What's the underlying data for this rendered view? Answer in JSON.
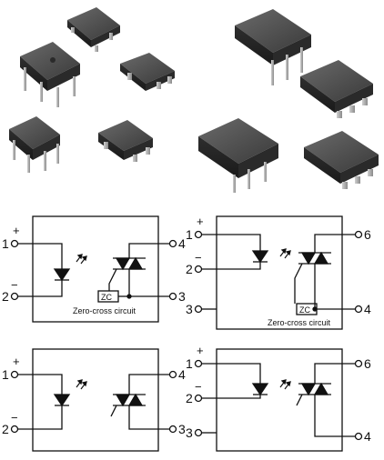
{
  "packages_photo": {
    "description": "product photo of DIP and SMD optocoupler packages"
  },
  "diagrams": {
    "d1": {
      "pin1": "1",
      "pin2": "2",
      "pin3": "3",
      "pin4": "4",
      "plus": "+",
      "minus": "−",
      "zc_box": "ZC",
      "zc_caption": "Zero-cross circuit"
    },
    "d2": {
      "pin1": "1",
      "pin2": "2",
      "pin3": "3",
      "pin4": "4",
      "pin6": "6",
      "plus": "+",
      "minus": "−",
      "zc_box": "ZC",
      "zc_caption": "Zero-cross circuit"
    },
    "d3": {
      "pin1": "1",
      "pin2": "2",
      "pin3": "3",
      "pin4": "4",
      "plus": "+",
      "minus": "−"
    },
    "d4": {
      "pin1": "1",
      "pin2": "2",
      "pin3": "3",
      "pin4": "4",
      "pin6": "6",
      "plus": "+",
      "minus": "−"
    }
  },
  "colors": {
    "ink": "#111111",
    "package_dark": "#3a3a3a",
    "package_mid": "#5a5a5a",
    "lead": "#9a9a9a"
  }
}
